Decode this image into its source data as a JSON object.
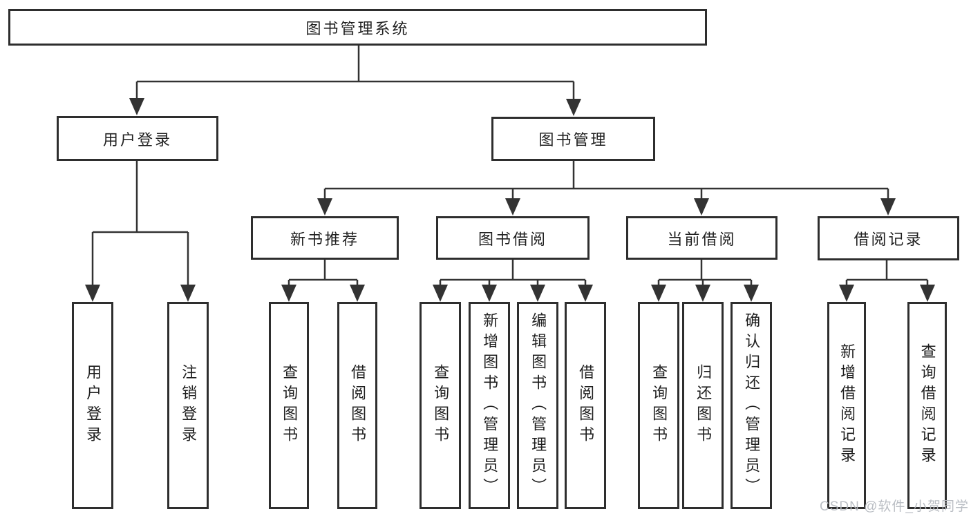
{
  "diagram": {
    "root": {
      "label": "图书管理系统"
    },
    "branches": [
      {
        "label": "用户登录",
        "children": [
          {
            "label": "用户登录"
          },
          {
            "label": "注销登录"
          }
        ]
      },
      {
        "label": "图书管理",
        "children": [
          {
            "label": "新书推荐",
            "children": [
              {
                "label": "查询图书"
              },
              {
                "label": "借阅图书"
              }
            ]
          },
          {
            "label": "图书借阅",
            "children": [
              {
                "label": "查询图书"
              },
              {
                "label": "新增图书（管理员）"
              },
              {
                "label": "编辑图书（管理员）"
              },
              {
                "label": "借阅图书"
              }
            ]
          },
          {
            "label": "当前借阅",
            "children": [
              {
                "label": "查询图书"
              },
              {
                "label": "归还图书"
              },
              {
                "label": "确认归还（管理员）"
              }
            ]
          },
          {
            "label": "借阅记录",
            "children": [
              {
                "label": "新增借阅记录"
              },
              {
                "label": "查询借阅记录"
              }
            ]
          }
        ]
      }
    ]
  },
  "watermark": {
    "text": "CSDN @软件_小贺同学"
  },
  "colors": {
    "line": "#333333",
    "box_border": "#2e2e2e",
    "text": "#1f1f1f",
    "watermark": "#b7bbc1",
    "background": "#ffffff"
  }
}
